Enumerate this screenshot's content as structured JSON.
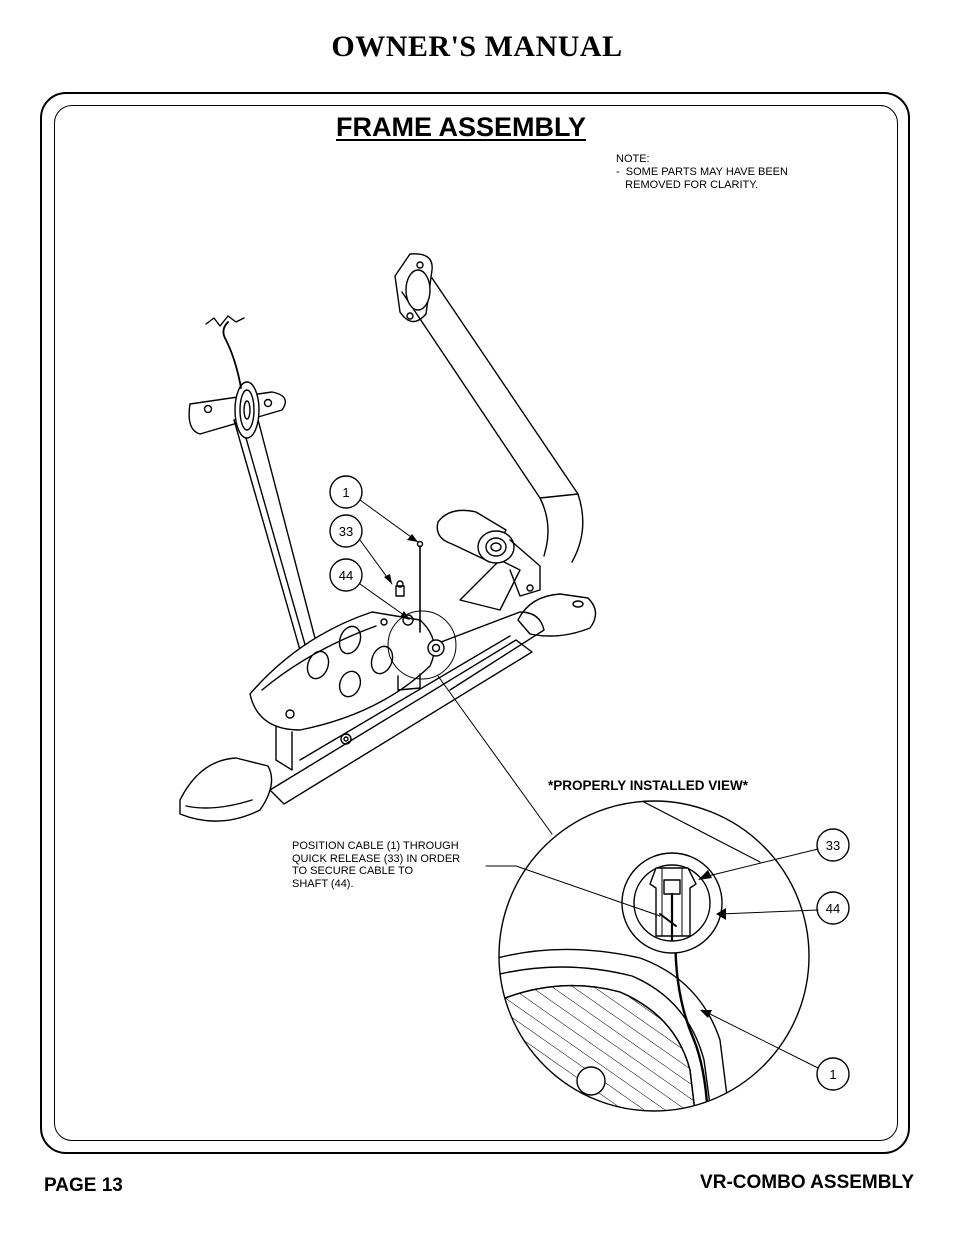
{
  "header": {
    "title": "OWNER'S MANUAL"
  },
  "section": {
    "title": "FRAME ASSEMBLY"
  },
  "note": {
    "lines": [
      "NOTE:",
      "-  SOME PARTS MAY HAVE BEEN",
      "   REMOVED FOR CLARITY."
    ]
  },
  "callouts": {
    "main": [
      "1",
      "33",
      "44"
    ],
    "detail": [
      "33",
      "44",
      "1"
    ]
  },
  "detail_view": {
    "title": "*PROPERLY INSTALLED VIEW*"
  },
  "instruction": {
    "lines": [
      "POSITION CABLE (1) THROUGH",
      "QUICK RELEASE (33) IN ORDER",
      "TO SECURE CABLE TO",
      "SHAFT (44)."
    ]
  },
  "footer": {
    "page": "PAGE 13",
    "product": "VR-COMBO ASSEMBLY"
  }
}
